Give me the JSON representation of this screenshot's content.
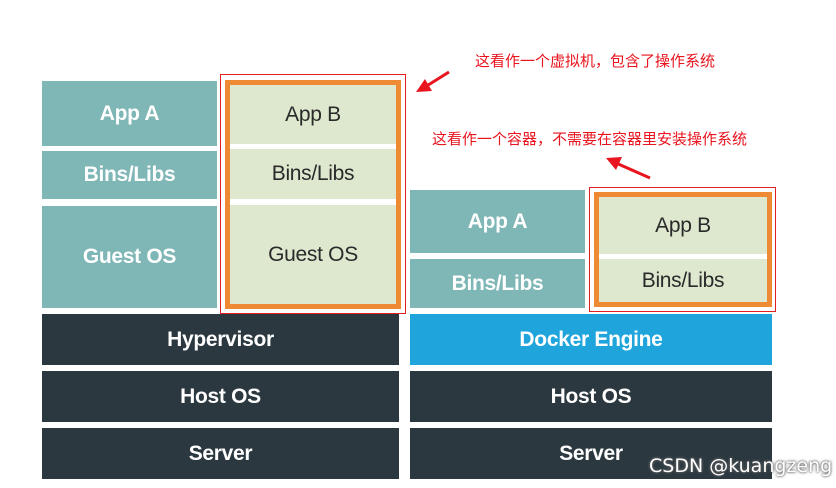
{
  "vm": {
    "app_a": "App A",
    "bins_a": "Bins/Libs",
    "guest_a": "Guest OS",
    "app_b": "App B",
    "bins_b": "Bins/Libs",
    "guest_b": "Guest OS",
    "hypervisor": "Hypervisor",
    "host_os": "Host OS",
    "server": "Server"
  },
  "docker": {
    "app_a": "App A",
    "bins_a": "Bins/Libs",
    "app_b": "App B",
    "bins_b": "Bins/Libs",
    "engine": "Docker Engine",
    "host_os": "Host OS",
    "server": "Server"
  },
  "annotations": {
    "vm_note": "这看作一个虚拟机，包含了操作系统",
    "container_note": "这看作一个容器，不需要在容器里安装操作系统"
  },
  "watermark": "CSDN @kuangzeng",
  "colors": {
    "teal": "#7fb6b6",
    "dark": "#2b3840",
    "docker_blue": "#1fa5dc",
    "light_green": "#dde8cf",
    "orange": "#ee8a34",
    "annotation_red": "#e8141e"
  }
}
